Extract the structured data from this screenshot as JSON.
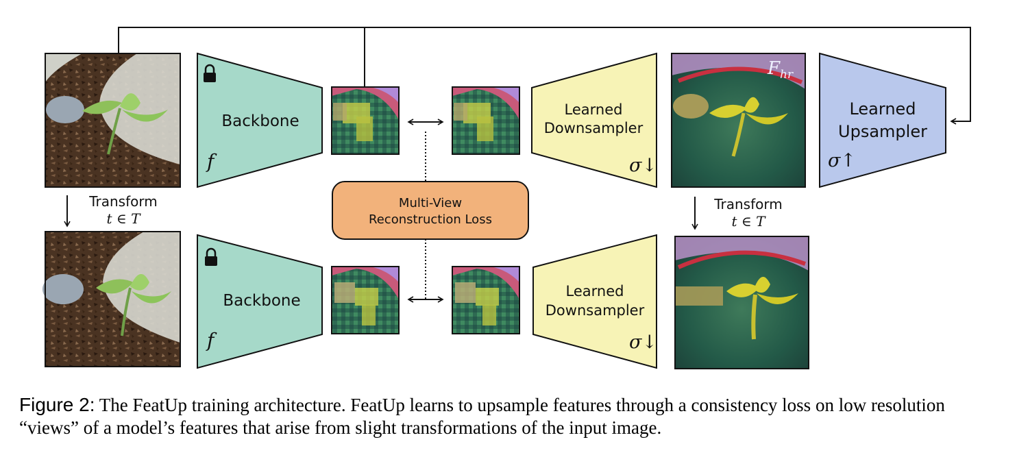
{
  "diagram": {
    "backbone_label": "Backbone",
    "backbone_symbol": "f",
    "downsampler_line1": "Learned",
    "downsampler_line2": "Downsampler",
    "downsampler_symbol": "σ↓",
    "upsampler_line1": "Learned",
    "upsampler_line2": "Upsampler",
    "upsampler_symbol": "σ↑",
    "hr_feature_label": "F_hr",
    "transform_label": "Transform",
    "transform_math": "t ∈ T",
    "loss_line1": "Multi-View",
    "loss_line2": "Reconstruction Loss",
    "colors": {
      "backbone": "#a6d9c9",
      "downsampler": "#f7f3b6",
      "upsampler": "#b9c8ec",
      "loss": "#f2b27b",
      "stroke": "#111111"
    },
    "icons": [
      "lock-icon",
      "plant-photo",
      "feature-map"
    ]
  },
  "caption": {
    "label": "Figure 2:",
    "text": " The FeatUp training architecture. FeatUp learns to upsample features through a consistency loss on low resolution “views” of a model’s features that arise from slight transformations of the input image."
  }
}
